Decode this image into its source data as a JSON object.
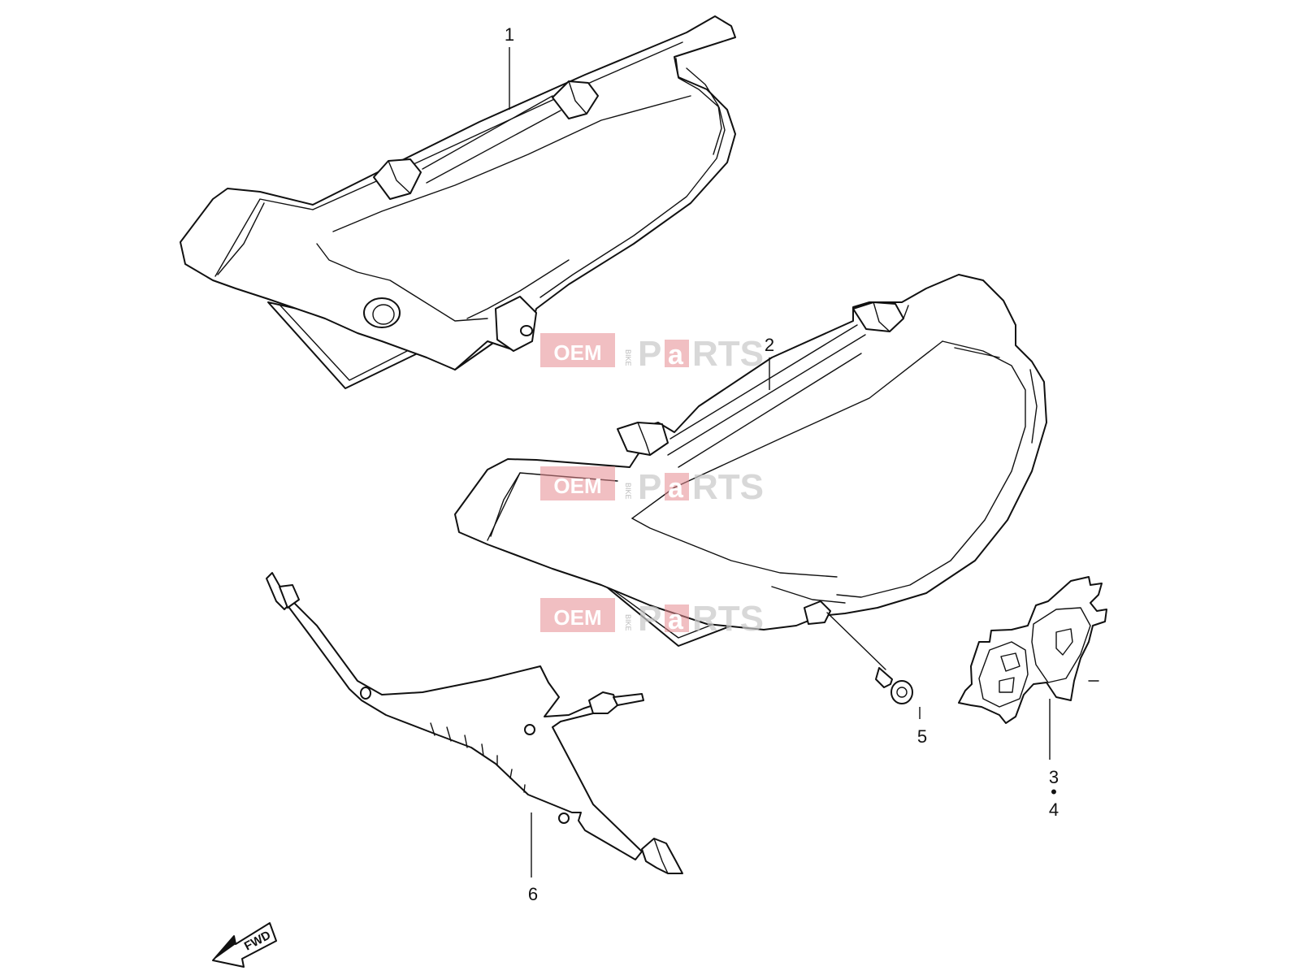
{
  "callouts": [
    {
      "id": "1",
      "label": "1"
    },
    {
      "id": "2",
      "label": "2"
    },
    {
      "id": "3",
      "label": "3"
    },
    {
      "id": "3-4-separator",
      "label": "•"
    },
    {
      "id": "4",
      "label": "4"
    },
    {
      "id": "5",
      "label": "5"
    },
    {
      "id": "6",
      "label": "6"
    }
  ],
  "watermark": {
    "oem": "OEM",
    "bike": "BIKE",
    "parts_p": "P",
    "parts_a": "a",
    "parts_rest": "RTS",
    "color_red": "#e58a90",
    "color_grey": "#c8c8c8"
  },
  "fwd_label": "FWD"
}
